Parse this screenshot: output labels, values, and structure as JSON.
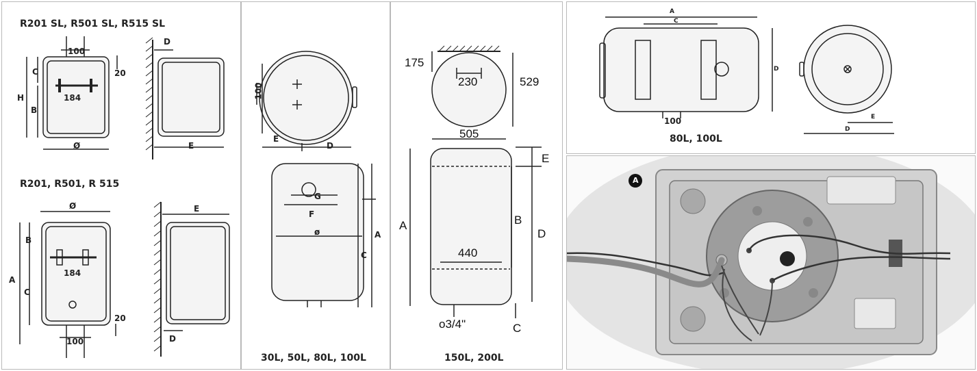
{
  "panel1": {
    "caption_top": "R201 SL, R501 SL, R515 SL",
    "caption_bottom": "R201, R501, R 515",
    "top_dims": {
      "w100": "100",
      "w184": "184",
      "d20": "20",
      "c": "C",
      "h": "H",
      "b": "B",
      "dia": "Ø",
      "d": "D",
      "e": "E"
    },
    "bottom_dims": {
      "dia": "Ø",
      "b": "B",
      "a": "A",
      "c": "C",
      "w184": "184",
      "d20": "20",
      "w100": "100",
      "e": "E",
      "d": "D"
    }
  },
  "panel2": {
    "caption": "30L, 50L, 80L, 100L",
    "dims": {
      "v100": "100",
      "e": "E",
      "d": "D",
      "g": "G",
      "f": "F",
      "dia": "ø",
      "a": "A",
      "c": "C"
    }
  },
  "panel3": {
    "caption": "150L, 200L",
    "dims": {
      "v175": "175",
      "w230": "230",
      "v529": "529",
      "w505": "505",
      "e": "E",
      "a": "A",
      "b": "B",
      "d": "D",
      "w440": "440",
      "pipe": "o3/4\"",
      "c": "C"
    }
  },
  "panel4": {
    "caption": "80L, 100L",
    "dims": {
      "a": "A",
      "c": "C",
      "d": "D",
      "w100": "100",
      "e": "E",
      "d2": "D"
    }
  },
  "panel5": {
    "marker": "A"
  }
}
